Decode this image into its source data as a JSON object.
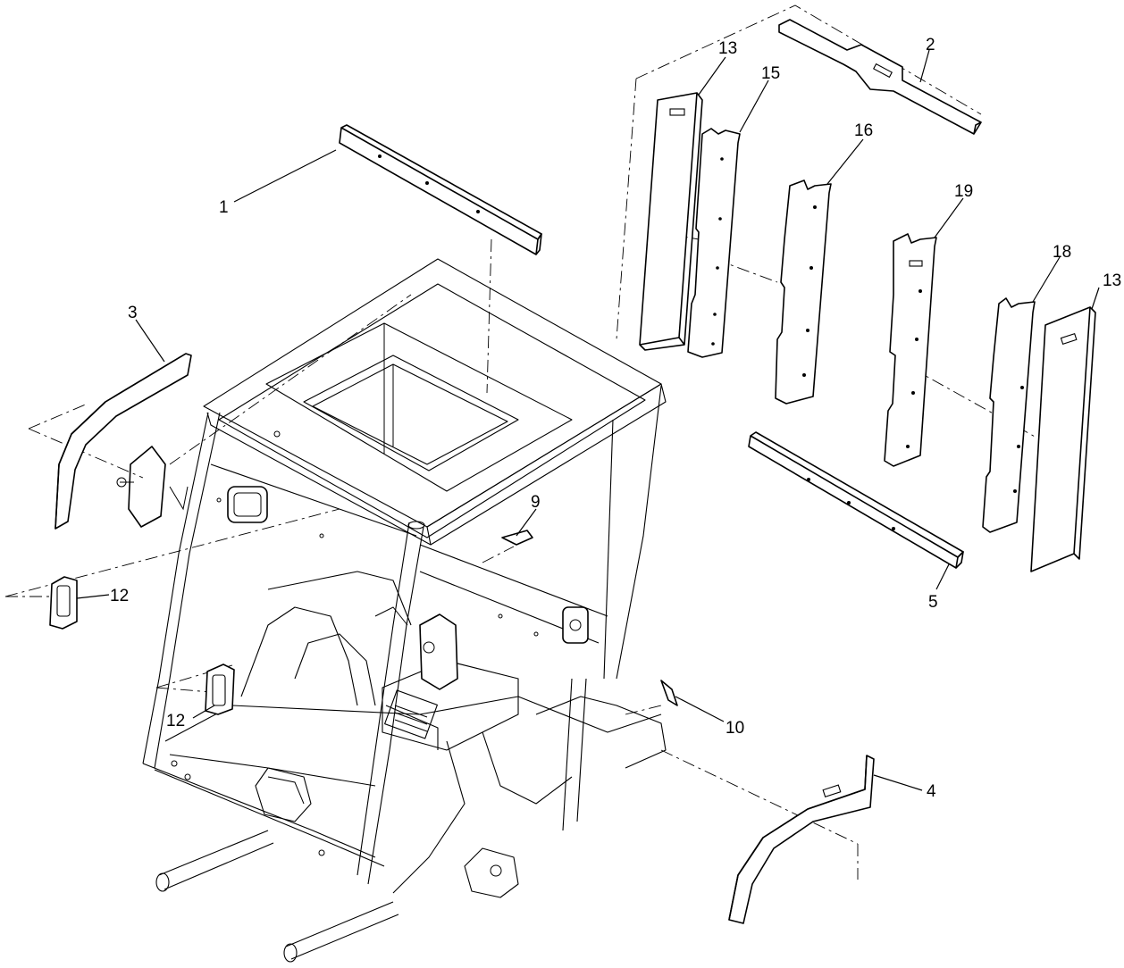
{
  "callouts": [
    {
      "id": "c1",
      "label": "1"
    },
    {
      "id": "c2",
      "label": "2"
    },
    {
      "id": "c3",
      "label": "3"
    },
    {
      "id": "c4",
      "label": "4"
    },
    {
      "id": "c5",
      "label": "5"
    },
    {
      "id": "c9",
      "label": "9"
    },
    {
      "id": "c10",
      "label": "10"
    },
    {
      "id": "c12a",
      "label": "12"
    },
    {
      "id": "c12b",
      "label": "12"
    },
    {
      "id": "c13a",
      "label": "13"
    },
    {
      "id": "c13b",
      "label": "13"
    },
    {
      "id": "c15",
      "label": "15"
    },
    {
      "id": "c16",
      "label": "16"
    },
    {
      "id": "c18",
      "label": "18"
    },
    {
      "id": "c19",
      "label": "19"
    }
  ]
}
